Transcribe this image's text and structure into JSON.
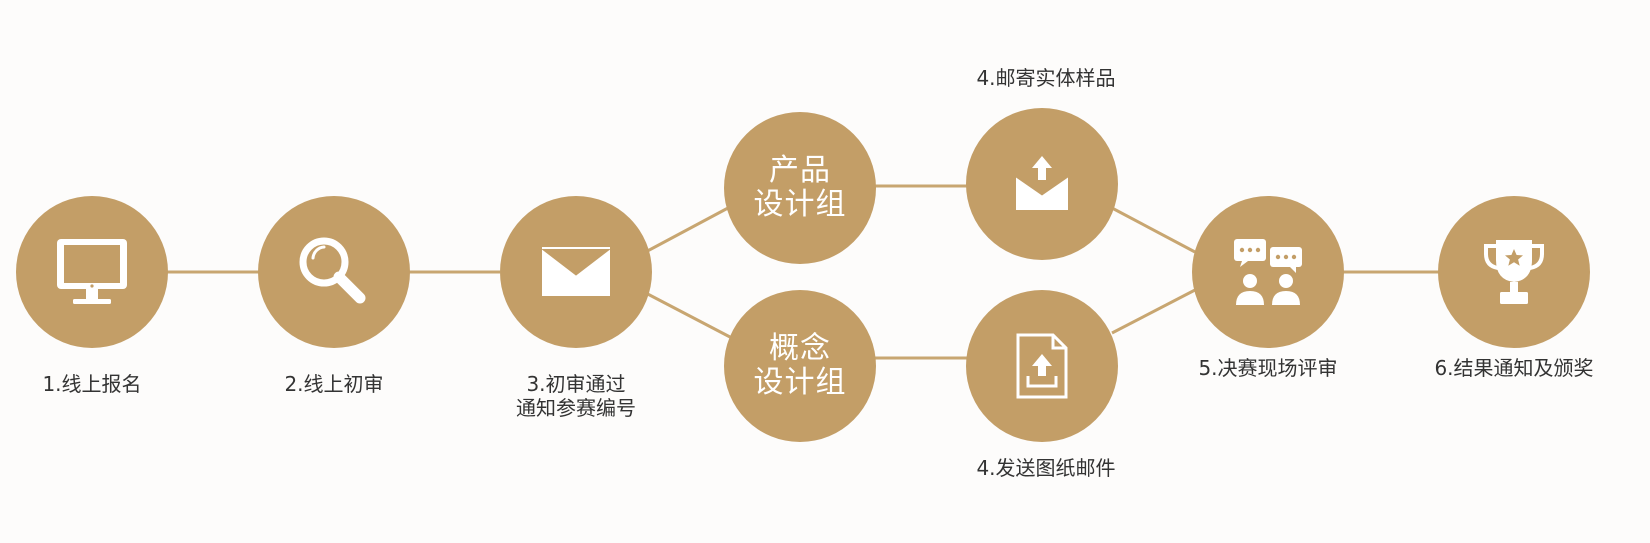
{
  "colors": {
    "accent": "#c39e67",
    "line": "#c8a671",
    "text": "#333333",
    "icon": "#ffffff"
  },
  "steps": [
    {
      "id": "register",
      "icon": "monitor-icon",
      "label": "1.线上报名"
    },
    {
      "id": "review",
      "icon": "magnifier-icon",
      "label": "2.线上初审"
    },
    {
      "id": "notify",
      "icon": "envelope-icon",
      "label_line1": "3.初审通过",
      "label_line2": "通知参赛编号"
    },
    {
      "id": "product-group",
      "line1": "产品",
      "line2": "设计组"
    },
    {
      "id": "concept-group",
      "line1": "概念",
      "line2": "设计组"
    },
    {
      "id": "mail-sample",
      "icon": "mail-upload-icon",
      "label": "4.邮寄实体样品"
    },
    {
      "id": "send-drawings",
      "icon": "file-upload-icon",
      "label": "4.发送图纸邮件"
    },
    {
      "id": "final",
      "icon": "discussion-icon",
      "label": "5.决赛现场评审"
    },
    {
      "id": "award",
      "icon": "trophy-icon",
      "label": "6.结果通知及颁奖"
    }
  ]
}
